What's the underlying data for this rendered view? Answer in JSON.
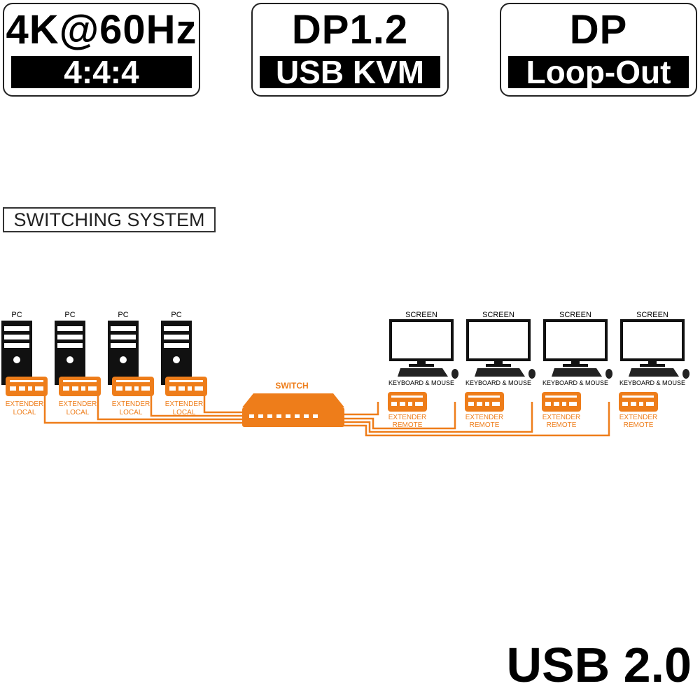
{
  "badges": [
    {
      "top": "4K@60Hz",
      "bottom": "4:4:4"
    },
    {
      "top": "DP1.2",
      "bottom": "USB KVM"
    },
    {
      "top": "DP",
      "bottom": "Loop-Out"
    }
  ],
  "section_label": "SWITCHING SYSTEM",
  "diagram": {
    "pc_label": "PC",
    "local_extender_line1": "EXTENDER",
    "local_extender_line2": "LOCAL",
    "switch_label": "SWITCH",
    "screen_label": "SCREEN",
    "km_label": "KEYBOARD & MOUSE",
    "remote_extender_line1": "EXTENDER",
    "remote_extender_line2": "REMOTE",
    "accent_color": "#EE7D1A"
  },
  "footer": "USB 2.0"
}
